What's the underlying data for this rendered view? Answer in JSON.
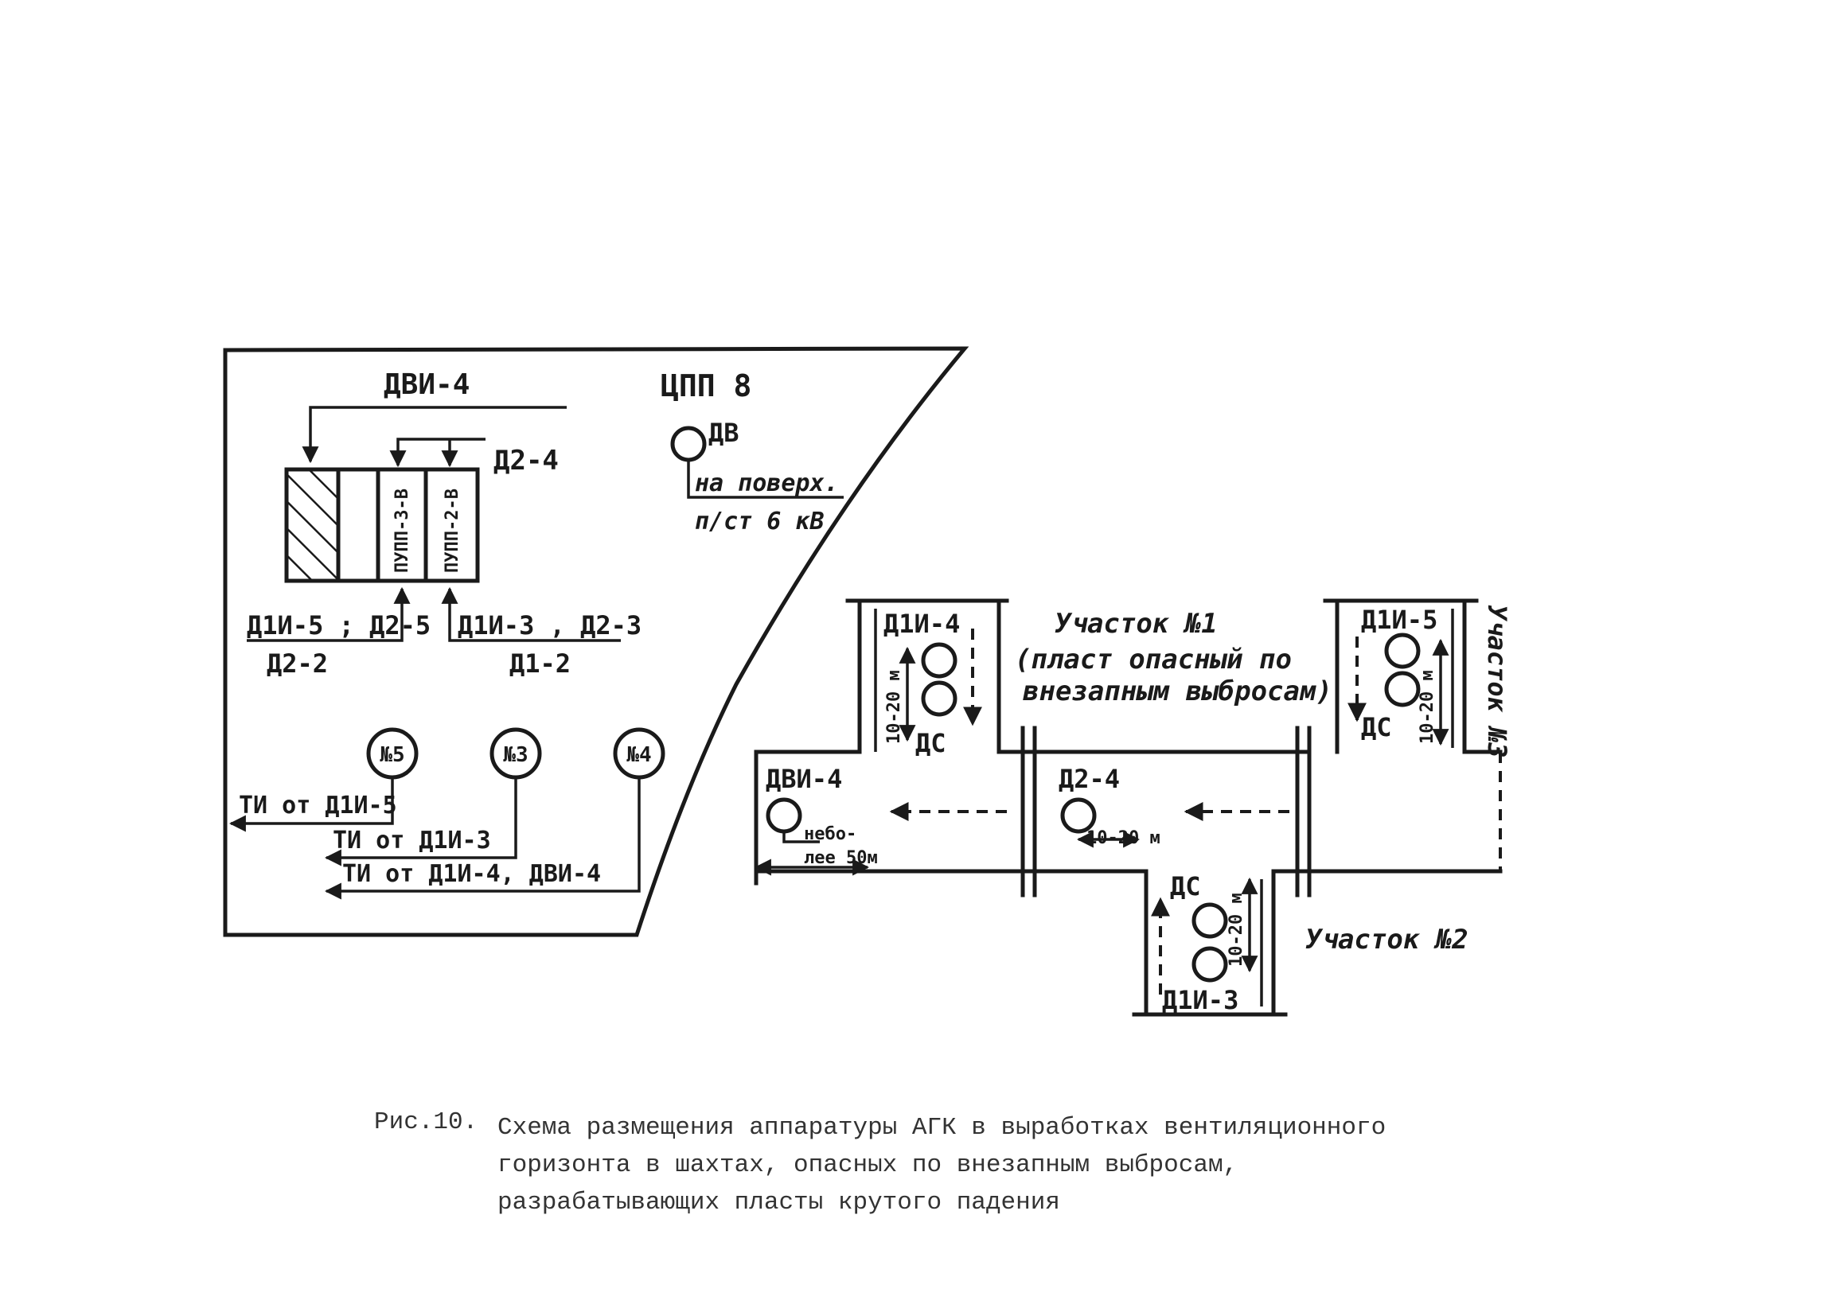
{
  "control_room": {
    "title": "ЦПП 8",
    "line_dvi4": "ДВИ-4",
    "line_d24": "Д2-4",
    "cabinet_a": "ПУПП-3-В",
    "cabinet_b": "ПУПП-2-В",
    "left_inputs": "Д1И-5 ; Д2-5",
    "left_inputs_2": "Д2-2",
    "right_inputs": "Д1И-3 , Д2-3",
    "right_inputs_2": "Д1-2",
    "dv_label": "ДВ",
    "dv_note_1": "на поверх.",
    "dv_note_2": "п/ст 6 кВ",
    "indicators": [
      "№5",
      "№3",
      "№4"
    ],
    "ti_lines": [
      "ТИ от Д1И-5",
      "ТИ от Д1И-3",
      "ТИ от Д1И-4, ДВИ-4"
    ]
  },
  "mine": {
    "sec1_title": "Участок №1",
    "sec1_note_1": "(пласт опасный по",
    "sec1_note_2": "внезапным выбросам)",
    "sec2_title": "Участок №2",
    "sec3_title": "Участок №3",
    "d1i4": "Д1И-4",
    "d1i5": "Д1И-5",
    "d1i3": "Д1И-3",
    "ds": "ДС",
    "dvi4": "ДВИ-4",
    "d24": "Д2-4",
    "dist": "10-20 м",
    "dist_vert": "10-20 м",
    "nebol_1": "небо-",
    "nebol_2": "лее 50м"
  },
  "caption": {
    "label": "Рис.10.",
    "line1": "Схема размещения аппаратуры АГК в выработках вентиляционного",
    "line2": "горизонта в шахтах, опасных по внезапным выбросам,",
    "line3": "разрабатывающих пласты крутого падения"
  }
}
